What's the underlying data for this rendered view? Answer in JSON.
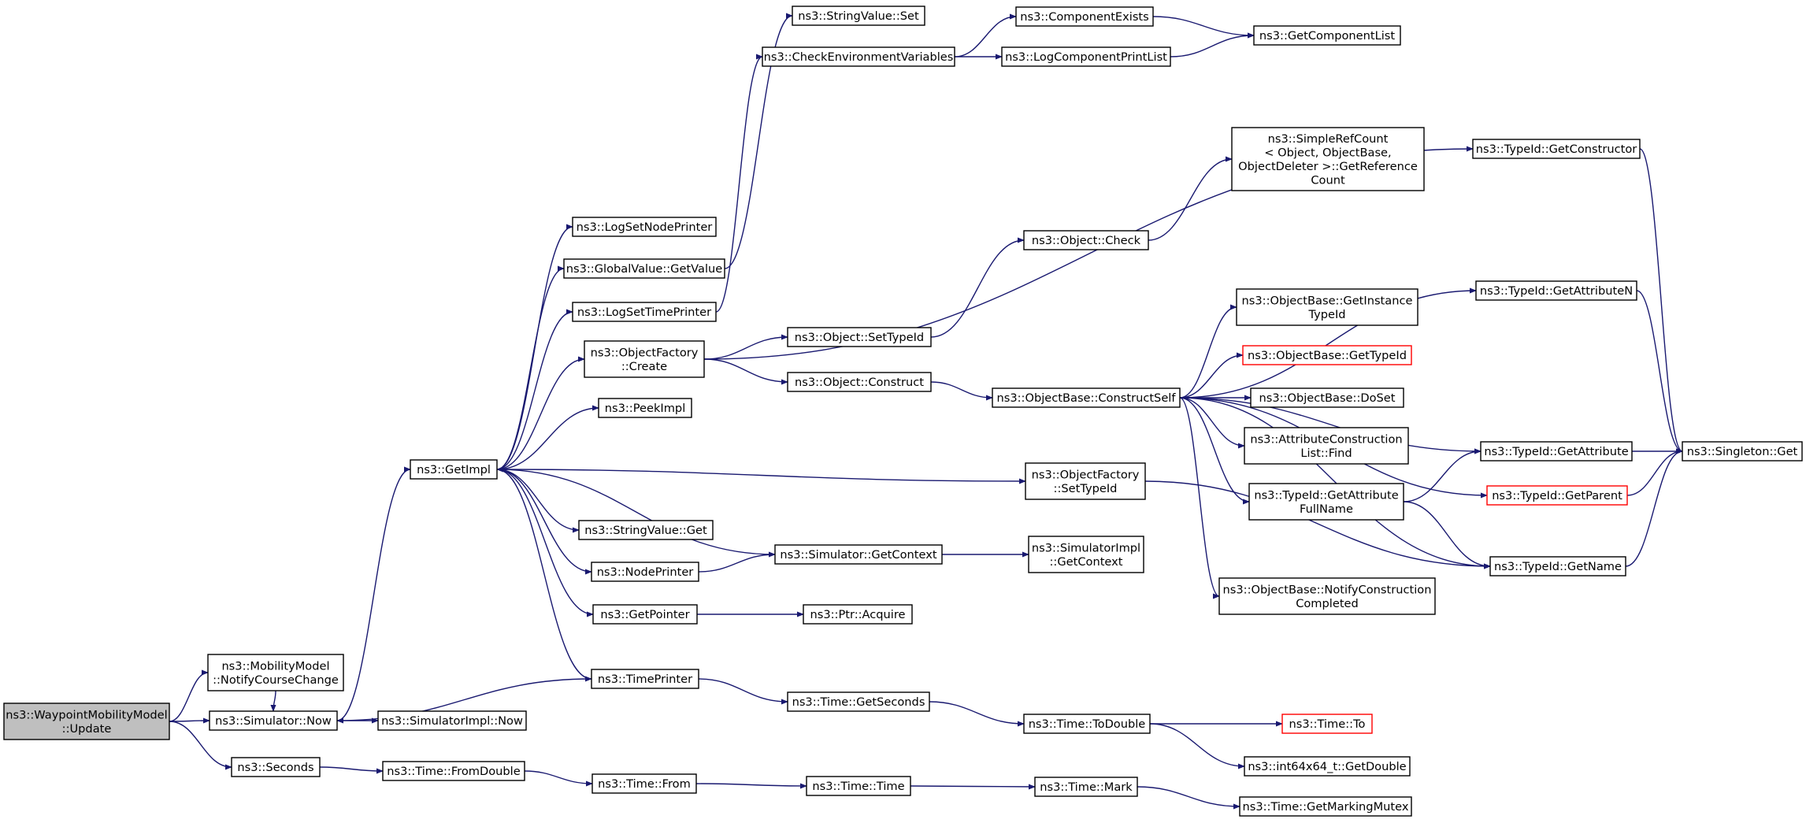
{
  "graph": {
    "colors": {
      "edge": "#191970",
      "node_border": "#000000",
      "root_fill": "#bfbfbf",
      "incomplete_border": "#ff0000"
    },
    "nodes": {
      "wmm_update": {
        "lines": [
          "ns3::WaypointMobilityModel",
          "::Update"
        ]
      },
      "notify_course_change": {
        "lines": [
          "ns3::MobilityModel",
          "::NotifyCourseChange"
        ]
      },
      "simulator_now": {
        "lines": [
          "ns3::Simulator::Now"
        ]
      },
      "seconds": {
        "lines": [
          "ns3::Seconds"
        ]
      },
      "simimpl_now": {
        "lines": [
          "ns3::SimulatorImpl::Now"
        ]
      },
      "get_impl": {
        "lines": [
          "ns3::GetImpl"
        ]
      },
      "time_from_double": {
        "lines": [
          "ns3::Time::FromDouble"
        ]
      },
      "time_from": {
        "lines": [
          "ns3::Time::From"
        ]
      },
      "time_time": {
        "lines": [
          "ns3::Time::Time"
        ]
      },
      "time_mark": {
        "lines": [
          "ns3::Time::Mark"
        ]
      },
      "time_get_marking_mutex": {
        "lines": [
          "ns3::Time::GetMarkingMutex"
        ]
      },
      "log_set_node_printer": {
        "lines": [
          "ns3::LogSetNodePrinter"
        ]
      },
      "global_value_get_value": {
        "lines": [
          "ns3::GlobalValue::GetValue"
        ]
      },
      "log_set_time_printer": {
        "lines": [
          "ns3::LogSetTimePrinter"
        ]
      },
      "object_factory_create": {
        "lines": [
          "ns3::ObjectFactory",
          "::Create"
        ]
      },
      "peek_impl": {
        "lines": [
          "ns3::PeekImpl"
        ]
      },
      "string_value_get": {
        "lines": [
          "ns3::StringValue::Get"
        ]
      },
      "node_printer": {
        "lines": [
          "ns3::NodePrinter"
        ]
      },
      "get_pointer": {
        "lines": [
          "ns3::GetPointer"
        ]
      },
      "time_printer": {
        "lines": [
          "ns3::TimePrinter"
        ]
      },
      "string_value_set": {
        "lines": [
          "ns3::StringValue::Set"
        ]
      },
      "check_env_vars": {
        "lines": [
          "ns3::CheckEnvironmentVariables"
        ]
      },
      "object_set_type_id": {
        "lines": [
          "ns3::Object::SetTypeId"
        ]
      },
      "object_construct": {
        "lines": [
          "ns3::Object::Construct"
        ]
      },
      "simulator_get_context": {
        "lines": [
          "ns3::Simulator::GetContext"
        ]
      },
      "ptr_acquire": {
        "lines": [
          "ns3::Ptr::Acquire"
        ]
      },
      "time_get_seconds": {
        "lines": [
          "ns3::Time::GetSeconds"
        ]
      },
      "component_exists": {
        "lines": [
          "ns3::ComponentExists"
        ]
      },
      "log_component_print_list": {
        "lines": [
          "ns3::LogComponentPrintList"
        ]
      },
      "get_component_list": {
        "lines": [
          "ns3::GetComponentList"
        ]
      },
      "object_check": {
        "lines": [
          "ns3::Object::Check"
        ]
      },
      "objectbase_construct_self": {
        "lines": [
          "ns3::ObjectBase::ConstructSelf"
        ]
      },
      "object_factory_set_type_id": {
        "lines": [
          "ns3::ObjectFactory",
          "::SetTypeId"
        ]
      },
      "simimpl_get_context": {
        "lines": [
          "ns3::SimulatorImpl",
          "::GetContext"
        ]
      },
      "time_to_double": {
        "lines": [
          "ns3::Time::ToDouble"
        ]
      },
      "simple_ref_count": {
        "lines": [
          "ns3::SimpleRefCount",
          "< Object, ObjectBase,",
          "ObjectDeleter >::GetReference",
          "Count"
        ]
      },
      "objectbase_get_instance_type_id": {
        "lines": [
          "ns3::ObjectBase::GetInstance",
          "TypeId"
        ]
      },
      "objectbase_get_type_id": {
        "lines": [
          "ns3::ObjectBase::GetTypeId"
        ]
      },
      "objectbase_do_set": {
        "lines": [
          "ns3::ObjectBase::DoSet"
        ]
      },
      "attribute_construction_list_find": {
        "lines": [
          "ns3::AttributeConstruction",
          "List::Find"
        ]
      },
      "typeid_get_attribute_full_name": {
        "lines": [
          "ns3::TypeId::GetAttribute",
          "FullName"
        ]
      },
      "objectbase_notify_construction_completed": {
        "lines": [
          "ns3::ObjectBase::NotifyConstruction",
          "Completed"
        ]
      },
      "time_to": {
        "lines": [
          "ns3::Time::To"
        ]
      },
      "int64x64_get_double": {
        "lines": [
          "ns3::int64x64_t::GetDouble"
        ]
      },
      "typeid_get_constructor": {
        "lines": [
          "ns3::TypeId::GetConstructor"
        ]
      },
      "typeid_get_attribute_n": {
        "lines": [
          "ns3::TypeId::GetAttributeN"
        ]
      },
      "typeid_get_attribute": {
        "lines": [
          "ns3::TypeId::GetAttribute"
        ]
      },
      "typeid_get_parent": {
        "lines": [
          "ns3::TypeId::GetParent"
        ]
      },
      "typeid_get_name": {
        "lines": [
          "ns3::TypeId::GetName"
        ]
      },
      "singleton_get": {
        "lines": [
          "ns3::Singleton::Get"
        ]
      }
    },
    "root": "wmm_update",
    "incomplete": [
      "objectbase_get_type_id",
      "time_to",
      "typeid_get_parent"
    ],
    "edges": [
      [
        "wmm_update",
        "notify_course_change"
      ],
      [
        "wmm_update",
        "simulator_now"
      ],
      [
        "wmm_update",
        "seconds"
      ],
      [
        "notify_course_change",
        "simulator_now"
      ],
      [
        "simulator_now",
        "get_impl"
      ],
      [
        "simulator_now",
        "simimpl_now"
      ],
      [
        "seconds",
        "time_from_double"
      ],
      [
        "time_from_double",
        "time_from"
      ],
      [
        "time_from",
        "time_time"
      ],
      [
        "time_time",
        "time_mark"
      ],
      [
        "time_mark",
        "time_get_marking_mutex"
      ],
      [
        "get_impl",
        "log_set_node_printer"
      ],
      [
        "get_impl",
        "global_value_get_value"
      ],
      [
        "get_impl",
        "log_set_time_printer"
      ],
      [
        "get_impl",
        "object_factory_create"
      ],
      [
        "get_impl",
        "peek_impl"
      ],
      [
        "get_impl",
        "object_factory_set_type_id"
      ],
      [
        "get_impl",
        "string_value_get"
      ],
      [
        "get_impl",
        "node_printer"
      ],
      [
        "get_impl",
        "get_pointer"
      ],
      [
        "get_impl",
        "time_printer"
      ],
      [
        "global_value_get_value",
        "string_value_set"
      ],
      [
        "log_set_time_printer",
        "check_env_vars"
      ],
      [
        "check_env_vars",
        "component_exists"
      ],
      [
        "check_env_vars",
        "log_component_print_list"
      ],
      [
        "component_exists",
        "get_component_list"
      ],
      [
        "log_component_print_list",
        "get_component_list"
      ],
      [
        "object_factory_create",
        "typeid_get_constructor"
      ],
      [
        "object_factory_create",
        "object_set_type_id"
      ],
      [
        "object_factory_create",
        "object_construct"
      ],
      [
        "object_set_type_id",
        "object_check"
      ],
      [
        "object_check",
        "simple_ref_count"
      ],
      [
        "object_construct",
        "objectbase_construct_self"
      ],
      [
        "objectbase_construct_self",
        "typeid_get_attribute_n"
      ],
      [
        "objectbase_construct_self",
        "typeid_get_attribute"
      ],
      [
        "objectbase_construct_self",
        "objectbase_get_instance_type_id"
      ],
      [
        "objectbase_construct_self",
        "objectbase_get_type_id"
      ],
      [
        "objectbase_construct_self",
        "objectbase_do_set"
      ],
      [
        "objectbase_construct_self",
        "attribute_construction_list_find"
      ],
      [
        "objectbase_construct_self",
        "typeid_get_attribute_full_name"
      ],
      [
        "objectbase_construct_self",
        "typeid_get_parent"
      ],
      [
        "objectbase_construct_self",
        "objectbase_notify_construction_completed"
      ],
      [
        "objectbase_construct_self",
        "typeid_get_name"
      ],
      [
        "object_factory_set_type_id",
        "typeid_get_name"
      ],
      [
        "node_printer",
        "simulator_get_context"
      ],
      [
        "simulator_get_context",
        "get_impl"
      ],
      [
        "simulator_get_context",
        "simimpl_get_context"
      ],
      [
        "get_pointer",
        "ptr_acquire"
      ],
      [
        "time_printer",
        "simulator_now"
      ],
      [
        "time_printer",
        "time_get_seconds"
      ],
      [
        "time_get_seconds",
        "time_to_double"
      ],
      [
        "time_to_double",
        "time_to"
      ],
      [
        "time_to_double",
        "int64x64_get_double"
      ],
      [
        "typeid_get_attribute_full_name",
        "typeid_get_attribute"
      ],
      [
        "typeid_get_attribute_full_name",
        "typeid_get_name"
      ],
      [
        "typeid_get_constructor",
        "singleton_get"
      ],
      [
        "typeid_get_attribute_n",
        "singleton_get"
      ],
      [
        "typeid_get_attribute",
        "singleton_get"
      ],
      [
        "typeid_get_parent",
        "singleton_get"
      ],
      [
        "typeid_get_name",
        "singleton_get"
      ]
    ]
  }
}
